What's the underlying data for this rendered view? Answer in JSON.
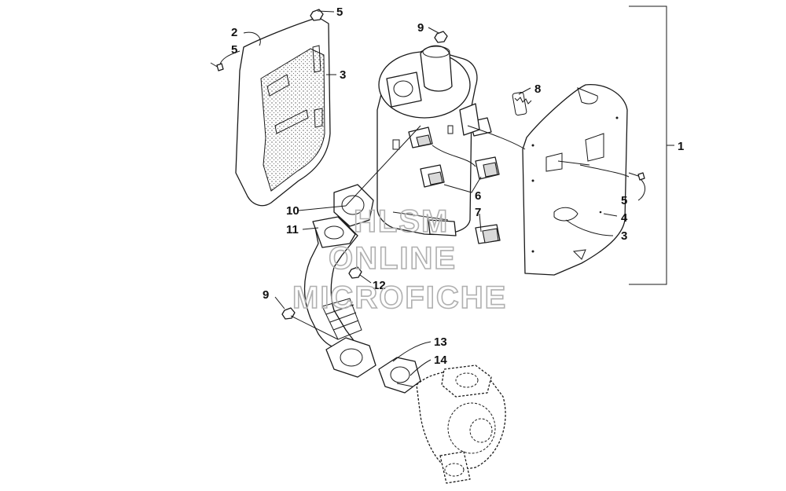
{
  "watermark": {
    "line1": "HLSM",
    "line2": "ONLINE",
    "line3": "MICROFICHE"
  },
  "callouts": {
    "c1": "1",
    "c2": "2",
    "c3a": "3",
    "c3b": "3",
    "c4": "4",
    "c5a": "5",
    "c5b": "5",
    "c5c": "5",
    "c6": "6",
    "c7": "7",
    "c8": "8",
    "c9a": "9",
    "c9b": "9",
    "c10": "10",
    "c11": "11",
    "c12": "12",
    "c13": "13",
    "c14": "14"
  }
}
